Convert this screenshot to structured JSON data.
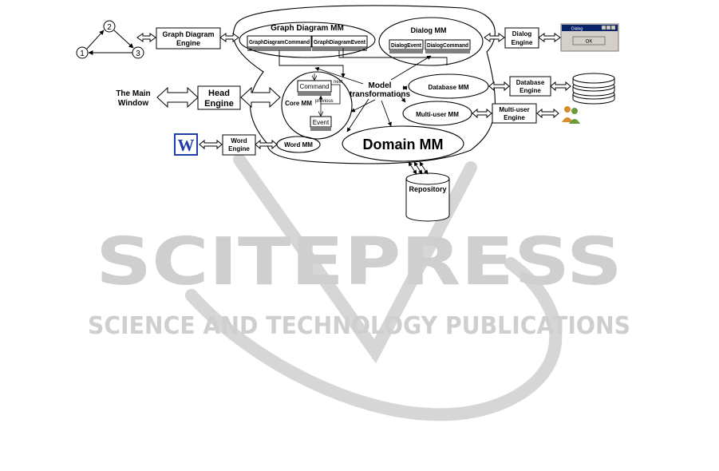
{
  "watermark": {
    "brand": "SCITEPRESS",
    "tagline": "SCIENCE AND TECHNOLOGY PUBLICATIONS"
  },
  "graph_nodes": [
    "1",
    "2",
    "3"
  ],
  "engines": {
    "graph_diagram": [
      "Graph Diagram",
      "Engine"
    ],
    "head": [
      "Head",
      "Engine"
    ],
    "word": [
      "Word",
      "Engine"
    ],
    "dialog": [
      "Dialog",
      "Engine"
    ],
    "database": [
      "Database",
      "Engine"
    ],
    "multi_user": [
      "Multi-user",
      "Engine"
    ]
  },
  "main_window": [
    "The Main",
    "Window"
  ],
  "word_logo": "W",
  "metamodels": {
    "graph_diagram": {
      "title": "Graph Diagram MM",
      "command": "GraphDiagramCommand",
      "event": "GraphDiagramEvent"
    },
    "dialog": {
      "title": "Dialog MM",
      "event": "DialogEvent",
      "command": "DialogCommand"
    },
    "core": {
      "title": "Core MM",
      "command": "Command",
      "event": "Event",
      "link_next": "next",
      "link_previous": "previous"
    },
    "word": "Word MM",
    "domain": "Domain MM",
    "database": "Database MM",
    "multi_user": "Multi-user MM"
  },
  "model_transformations": [
    "Model",
    "transformations"
  ],
  "repository": "Repository",
  "dialog_window": {
    "title": "Dialog",
    "ok_button": "OK"
  },
  "colors": {
    "line": "#000000",
    "watermark": "#cfcfcf",
    "word_logo": "#1f3ea8",
    "dialog_titlebar": "#0a246a",
    "dialog_body": "#d4d0c8",
    "users_a": "#d98c2b",
    "users_b": "#6a9a3a"
  }
}
